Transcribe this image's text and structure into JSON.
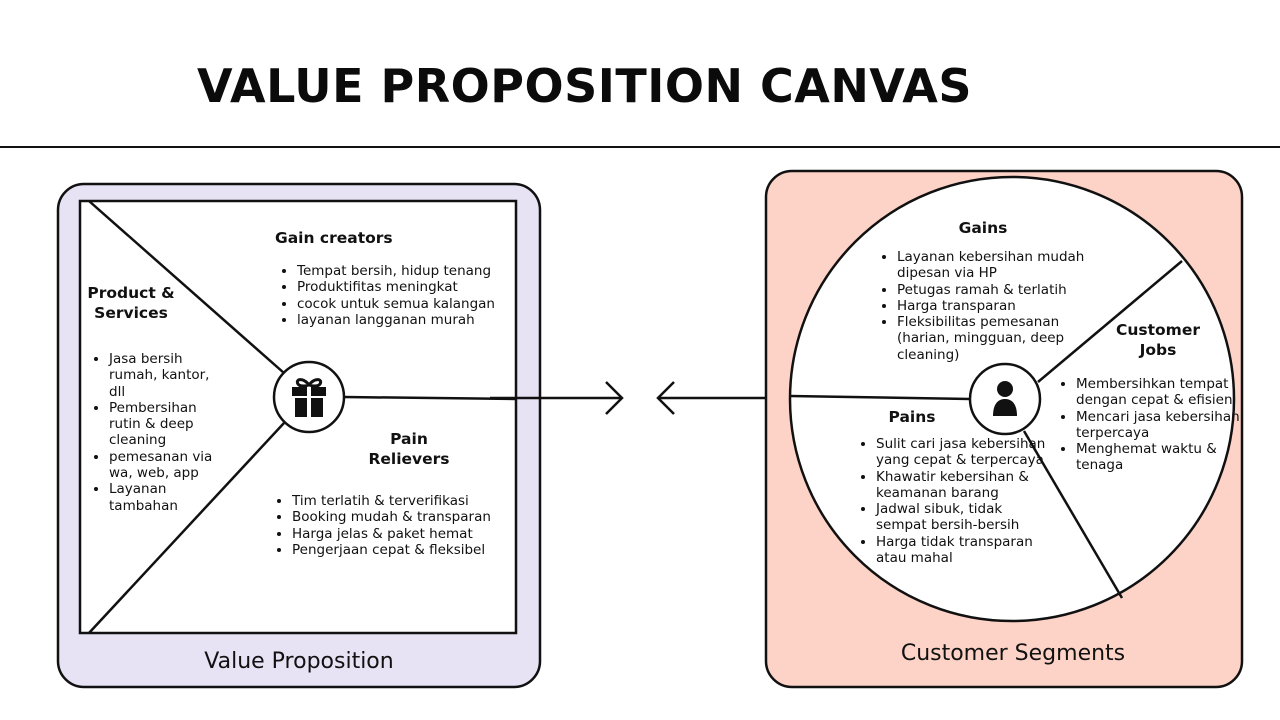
{
  "title": "VALUE PROPOSITION CANVAS",
  "colors": {
    "value_panel_bg": "#e7e2f4",
    "customer_panel_bg": "#fdd3c8",
    "stroke": "#111111"
  },
  "value_proposition": {
    "label": "Value Proposition",
    "center_icon": "gift-icon",
    "product_services": {
      "heading_line1": "Product &",
      "heading_line2": "Services",
      "items": [
        "Jasa bersih rumah, kantor, dll",
        "Pembersihan rutin & deep cleaning",
        "pemesanan via wa, web, app",
        "Layanan tambahan"
      ]
    },
    "gain_creators": {
      "heading": "Gain creators",
      "items": [
        "Tempat bersih, hidup tenang",
        "Produktifitas meningkat",
        "cocok untuk semua kalangan",
        "layanan langganan murah"
      ]
    },
    "pain_relievers": {
      "heading_line1": "Pain",
      "heading_line2": "Relievers",
      "items": [
        "Tim terlatih & terverifikasi",
        "Booking mudah & transparan",
        "Harga jelas & paket hemat",
        "Pengerjaan cepat & fleksibel"
      ]
    }
  },
  "customer_segments": {
    "label": "Customer Segments",
    "center_icon": "person-icon",
    "gains": {
      "heading": "Gains",
      "items": [
        "Layanan kebersihan mudah dipesan via HP",
        "Petugas ramah & terlatih",
        "Harga transparan",
        "Fleksibilitas pemesanan (harian, mingguan, deep cleaning)"
      ]
    },
    "customer_jobs": {
      "heading_line1": "Customer",
      "heading_line2": "Jobs",
      "items": [
        "Membersihkan tempat dengan cepat & efisien",
        "Mencari jasa kebersihan terpercaya",
        "Menghemat waktu & tenaga"
      ]
    },
    "pains": {
      "heading": "Pains",
      "items": [
        "Sulit cari jasa kebersihan yang cepat & terpercaya",
        "Khawatir kebersihan & keamanan barang",
        "Jadwal sibuk, tidak sempat bersih-bersih",
        "Harga tidak transparan atau mahal"
      ]
    }
  }
}
